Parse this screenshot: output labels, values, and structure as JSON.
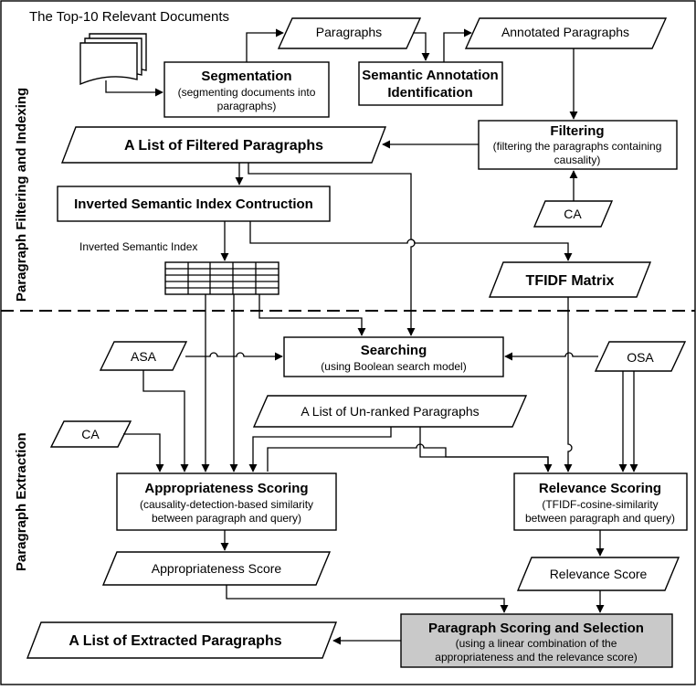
{
  "title": "The Top-10 Relevant Documents",
  "sections": {
    "filtering_indexing": "Paragraph Filtering and Indexing",
    "extraction": "Paragraph Extraction"
  },
  "nodes": {
    "paragraphs": "Paragraphs",
    "annotated_paragraphs": "Annotated Paragraphs",
    "segmentation": {
      "title": "Segmentation",
      "sub1": "(segmenting documents into",
      "sub2": "paragraphs)"
    },
    "semantic_annotation": {
      "line1": "Semantic Annotation",
      "line2": "Identification"
    },
    "filtering": {
      "title": "Filtering",
      "sub1": "(filtering the paragraphs containing",
      "sub2": "causality)"
    },
    "filtered_list": "A List of Filtered Paragraphs",
    "ca_top": "CA",
    "inverted_construction": "Inverted Semantic Index Contruction",
    "inverted_index_label": "Inverted Semantic Index",
    "tfidf_matrix": "TFIDF Matrix",
    "asa": "ASA",
    "osa": "OSA",
    "searching": {
      "title": "Searching",
      "sub": "(using Boolean search model)"
    },
    "unranked_list": "A List of Un-ranked Paragraphs",
    "ca_bottom": "CA",
    "appropriateness_scoring": {
      "title": "Appropriateness Scoring",
      "sub1": "(causality-detection-based similarity",
      "sub2": "between paragraph and query)"
    },
    "relevance_scoring": {
      "title": "Relevance Scoring",
      "sub1": "(TFIDF-cosine-similarity",
      "sub2": "between paragraph and query)"
    },
    "appropriateness_score": "Appropriateness Score",
    "relevance_score": "Relevance Score",
    "extracted_list": "A List of Extracted Paragraphs",
    "scoring_selection": {
      "title": "Paragraph Scoring and Selection",
      "sub1": "(using a linear combination of the",
      "sub2": "appropriateness and the relevance score)"
    }
  },
  "colors": {
    "highlight_box": "#c9c9c9",
    "stroke": "#000000"
  }
}
